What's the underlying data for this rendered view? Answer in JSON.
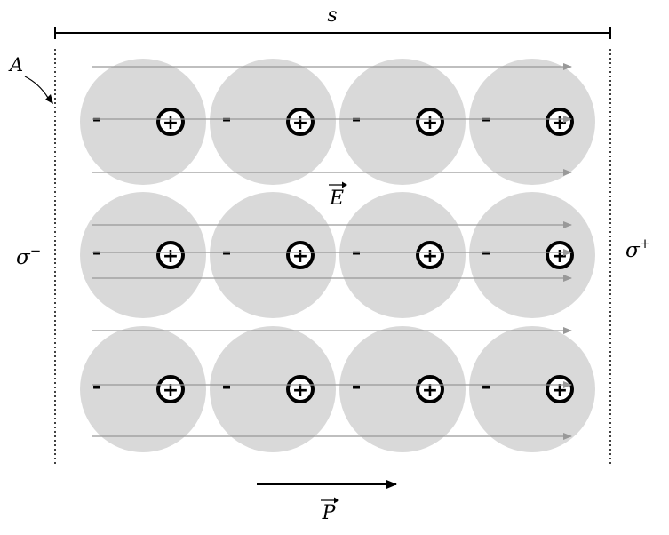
{
  "labels": {
    "separation": "s",
    "area": "A",
    "sigma_minus_base": "σ",
    "sigma_minus_sup": "−",
    "sigma_plus_base": "σ",
    "sigma_plus_sup": "+",
    "field": "E",
    "polarization": "P"
  },
  "charges": {
    "negative": "-",
    "positive": "+"
  },
  "grid": {
    "rows": 3,
    "cols": 4
  },
  "colors": {
    "sphere": "#d9d9d9",
    "field_line": "#999999",
    "ink": "#000000"
  }
}
